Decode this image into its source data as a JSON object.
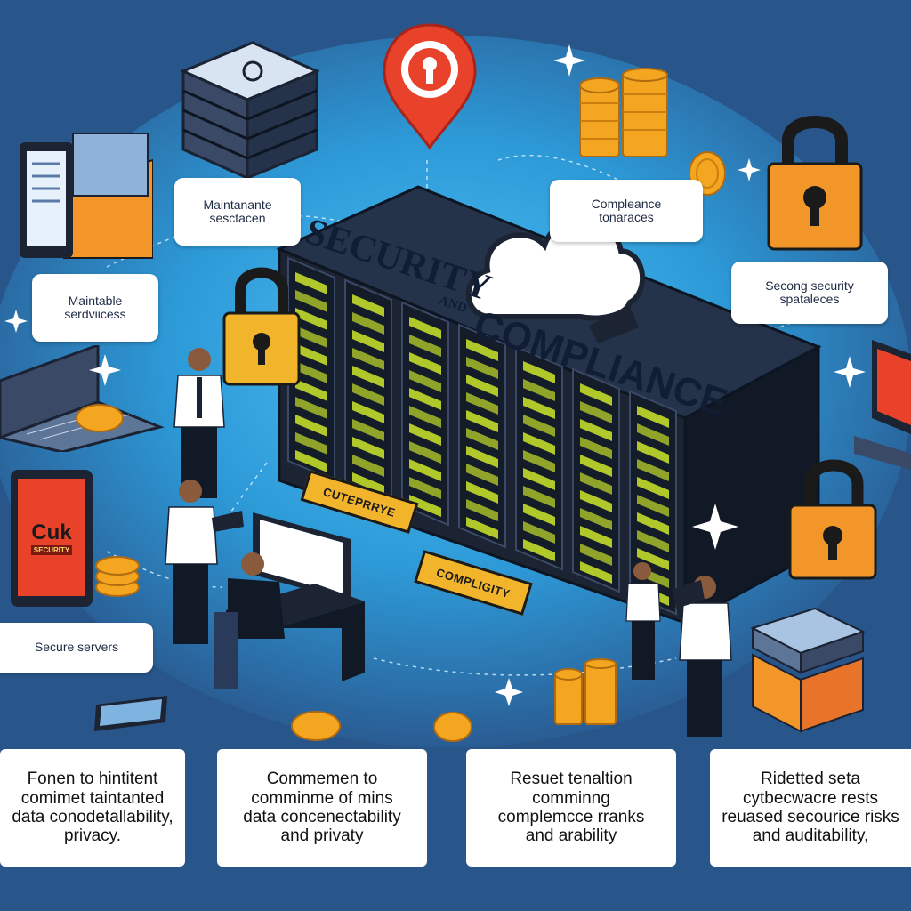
{
  "headline": {
    "line1": "SECURITY",
    "line2_small": "AND",
    "line2_big": "COMPLIANCE"
  },
  "callouts": {
    "maintenance": [
      "Maintanante",
      "sesctacen"
    ],
    "maintainable": [
      "Maintable",
      "serdviicess"
    ],
    "compleance": [
      "Compleance",
      "tonaraces"
    ],
    "second_security": [
      "Secong security",
      "spataleces"
    ],
    "secure_servers": "Secure servers"
  },
  "rack_tags": {
    "tag1": "CUTEPRRYE",
    "tag2": "COMPLIGITY"
  },
  "tablet_sign": {
    "big": "Cuk",
    "small": "SECURITY"
  },
  "bottom_cards": [
    [
      "Fonen to hintitent",
      "comimet taintanted",
      "data conodetallability,",
      "privacy."
    ],
    [
      "Commemen to",
      "comminme of mins",
      "data concenectability",
      "and privaty"
    ],
    [
      "Resuet tenaltion",
      "comminng",
      "complemcce rranks",
      "and arability"
    ],
    [
      "Ridetted seta",
      "cytbecwacre rests",
      "reuased secourice risks",
      "and auditability,"
    ]
  ],
  "colors": {
    "background": "#2c5f94",
    "glow": "#38a7e6",
    "server_dark": "#1c2433",
    "server_led": "#b8d22a",
    "lock_orange": "#f2962a",
    "coin_gold": "#f4a620",
    "pin_red": "#e8432a"
  },
  "icons": [
    "location-pin-icon",
    "cloud-icon",
    "padlock-icon",
    "coin-stack-icon",
    "server-icon",
    "laptop-icon",
    "tablet-icon",
    "sparkle-icon"
  ]
}
